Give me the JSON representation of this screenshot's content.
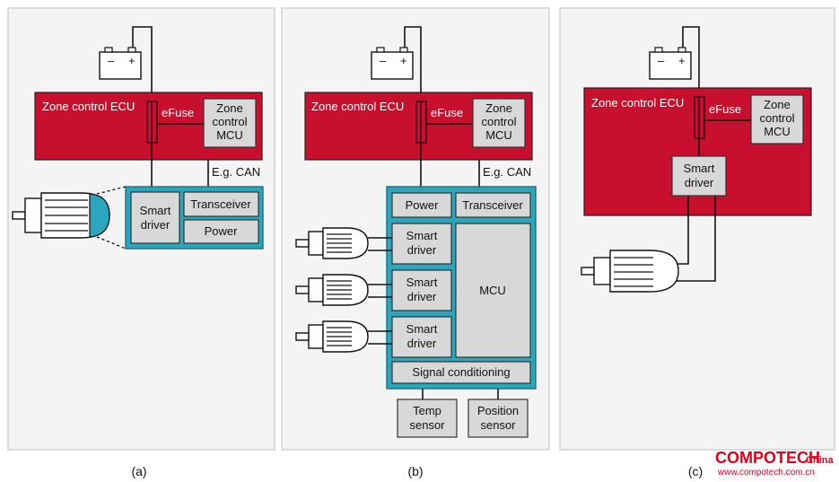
{
  "labels": {
    "zone_ecu": "Zone control ECU",
    "efuse": "eFuse",
    "zone_mcu": [
      "Zone",
      "control",
      "MCU"
    ],
    "can": "E.g. CAN",
    "smart_driver": [
      "Smart",
      "driver"
    ],
    "transceiver": "Transceiver",
    "power": "Power",
    "mcu": "MCU",
    "signal_conditioning": "Signal conditioning",
    "temp_sensor": [
      "Temp",
      "sensor"
    ],
    "position_sensor": [
      "Position",
      "sensor"
    ],
    "battery_minus": "–",
    "battery_plus": "+"
  },
  "captions": {
    "a": "(a)",
    "b": "(b)",
    "c": "(c)"
  },
  "watermark": {
    "brand": "COMPOTECH",
    "suffix": "China",
    "url": "www.compotech.com.cn"
  },
  "colors": {
    "ecu_red": "#c8102e",
    "module_teal": "#2aa6bf",
    "block_gray": "#d8d8d8",
    "watermark_red": "#e0001b"
  }
}
